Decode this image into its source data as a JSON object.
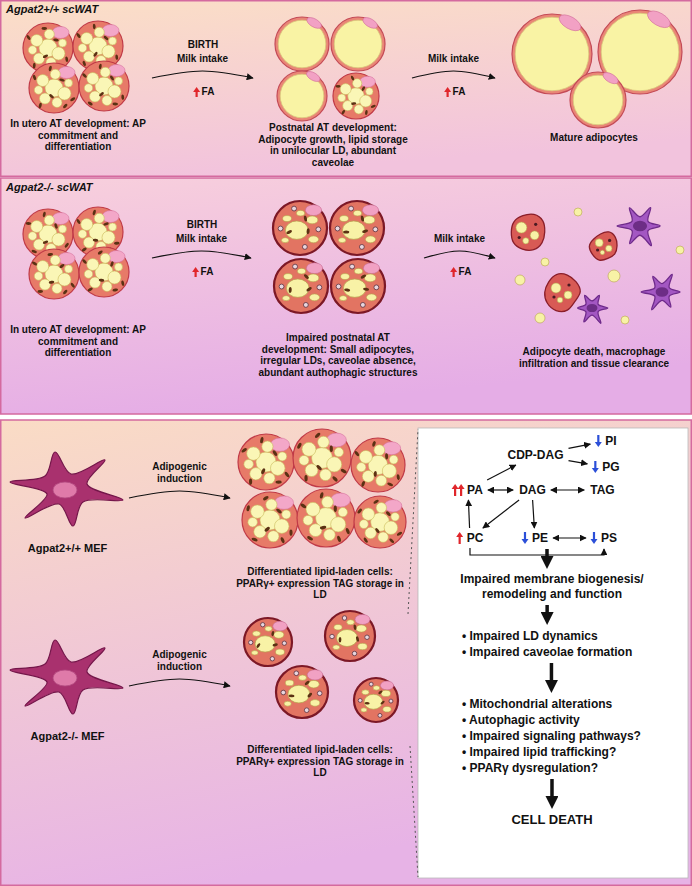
{
  "diagram": {
    "nodes": [
      {
        "text": [
          "Agpat2+/+ scWAT"
        ]
      },
      {
        "text": [
          "In utero AT development: AP commitment and differentiation"
        ],
        "in": 0
      },
      {
        "text": [
          "Postnatal AT development: Adipocyte growth, lipid storage in unilocular LD, abundant caveolae"
        ],
        "in": 0
      },
      {
        "text": [
          "Mature adipocytes"
        ],
        "in": 0
      },
      {
        "text": [
          "Agpat2-/- scWAT"
        ]
      },
      {
        "text": [
          "In utero AT development: AP commitment and differentiation"
        ],
        "in": 4
      },
      {
        "text": [
          "Impaired postnatal AT development: Small adipocytes, irregular LDs, caveolae absence, abundant authophagic structures"
        ],
        "in": 4
      },
      {
        "text": [
          "Adipocyte death, macrophage infiltration and tissue clearance"
        ],
        "in": 4
      },
      {
        "text": [
          "Agpat2+/+ MEF"
        ]
      },
      {
        "text": [
          "Differentiated lipid-laden cells: PPARγ+ expression TAG storage in LD"
        ]
      },
      {
        "text": [
          "Agpat2-/- MEF"
        ]
      },
      {
        "text": [
          "Differentiated lipid-laden cells: PPARγ+ expression TAG storage in LD"
        ]
      },
      {
        "text": [
          "PA"
        ]
      },
      {
        "text": [
          "CDP-DAG"
        ]
      },
      {
        "text": [
          "PI"
        ]
      },
      {
        "text": [
          "PG"
        ]
      },
      {
        "text": [
          "DAG"
        ]
      },
      {
        "text": [
          "TAG"
        ]
      },
      {
        "text": [
          "PC"
        ]
      },
      {
        "text": [
          "PE"
        ]
      },
      {
        "text": [
          "PS"
        ]
      },
      {
        "text": [
          "Impaired membrane biogenesis/ remodeling and function"
        ]
      },
      {
        "text": [
          "• Impaired LD dynamics",
          "• Impaired caveolae formation"
        ]
      },
      {
        "text": [
          "• Mitochondrial alterations",
          "• Autophagic activity",
          "• Impaired signaling pathways?",
          "• Impaired lipid trafficking?",
          "• PPARγ dysregulation?"
        ]
      },
      {
        "text": [
          "CELL DEATH"
        ]
      }
    ],
    "edges": [
      {
        "from": 1,
        "to": 2,
        "label": "Milk intake",
        "arrow": "to"
      },
      {
        "from": 2,
        "to": 3,
        "label": "Milk intake",
        "arrow": "to"
      },
      {
        "from": 5,
        "to": 6,
        "label": "Milk intake",
        "arrow": "to"
      },
      {
        "from": 6,
        "to": 7,
        "label": "Milk intake",
        "arrow": "to"
      },
      {
        "from": 8,
        "to": 9,
        "label": "Adipogenic induction",
        "arrow": "to"
      },
      {
        "from": 10,
        "to": 11,
        "label": "Adipogenic induction",
        "arrow": "to"
      },
      {
        "from": 12,
        "to": 13,
        "arrow": "to"
      },
      {
        "from": 13,
        "to": 14,
        "arrow": "to"
      },
      {
        "from": 13,
        "to": 15,
        "arrow": "to"
      },
      {
        "from": 12,
        "to": 16,
        "arrow": "both"
      },
      {
        "from": 16,
        "to": 17,
        "arrow": "both"
      },
      {
        "from": 18,
        "to": 12,
        "arrow": "to"
      },
      {
        "from": 16,
        "to": 18,
        "arrow": "to"
      },
      {
        "from": 16,
        "to": 19,
        "arrow": "to"
      },
      {
        "from": 19,
        "to": 20,
        "arrow": "both"
      },
      {
        "from": 18,
        "to": 20,
        "arrow": "to"
      },
      {
        "from": 19,
        "to": 21,
        "arrow": "to"
      },
      {
        "from": 21,
        "to": 22,
        "arrow": "to"
      },
      {
        "from": 22,
        "to": 23,
        "arrow": "to"
      },
      {
        "from": 23,
        "to": 24,
        "arrow": "to"
      }
    ],
    "labels": [
      "BIRTH",
      "FA",
      "FA",
      "BIRTH",
      "FA",
      "FA"
    ]
  }
}
